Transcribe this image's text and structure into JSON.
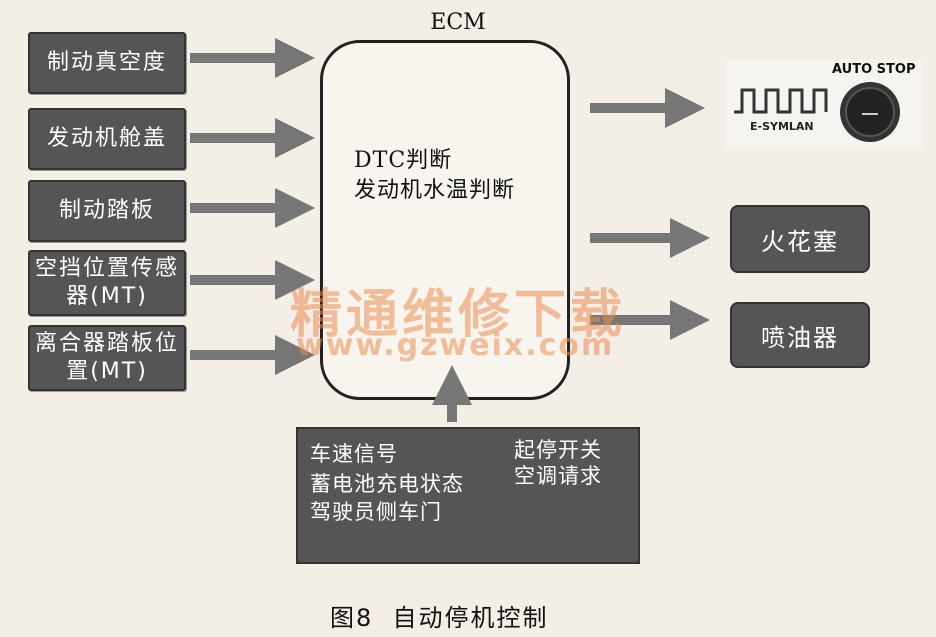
{
  "ecm_label": "ECM",
  "ecm_judgments": "DTC判断\n发动机水温判断",
  "inputs": [
    {
      "label": "制动真空度"
    },
    {
      "label": "发动机舱盖"
    },
    {
      "label": "制动踏板"
    },
    {
      "label": "空挡位置传感器(MT)"
    },
    {
      "label": "离合器踏板位置(MT)"
    }
  ],
  "outputs": [
    {
      "label": "火花塞"
    },
    {
      "label": "喷油器"
    }
  ],
  "dashboard_indicator": {
    "button_label": "AUTO STOP",
    "sub_label": "E-SYMLAN"
  },
  "bottom_signals": {
    "left": [
      "车速信号",
      "蓄电池充电状态",
      "驾驶员侧车门"
    ],
    "right": [
      "起停开关",
      "空调请求"
    ]
  },
  "watermark": {
    "text": "精通维修下载",
    "url": "www.gzweix.com"
  },
  "caption": "图8  自动停机控制",
  "colors": {
    "box_fill": "#555555",
    "arrow": "#777777",
    "watermark": "#eb8c50"
  }
}
